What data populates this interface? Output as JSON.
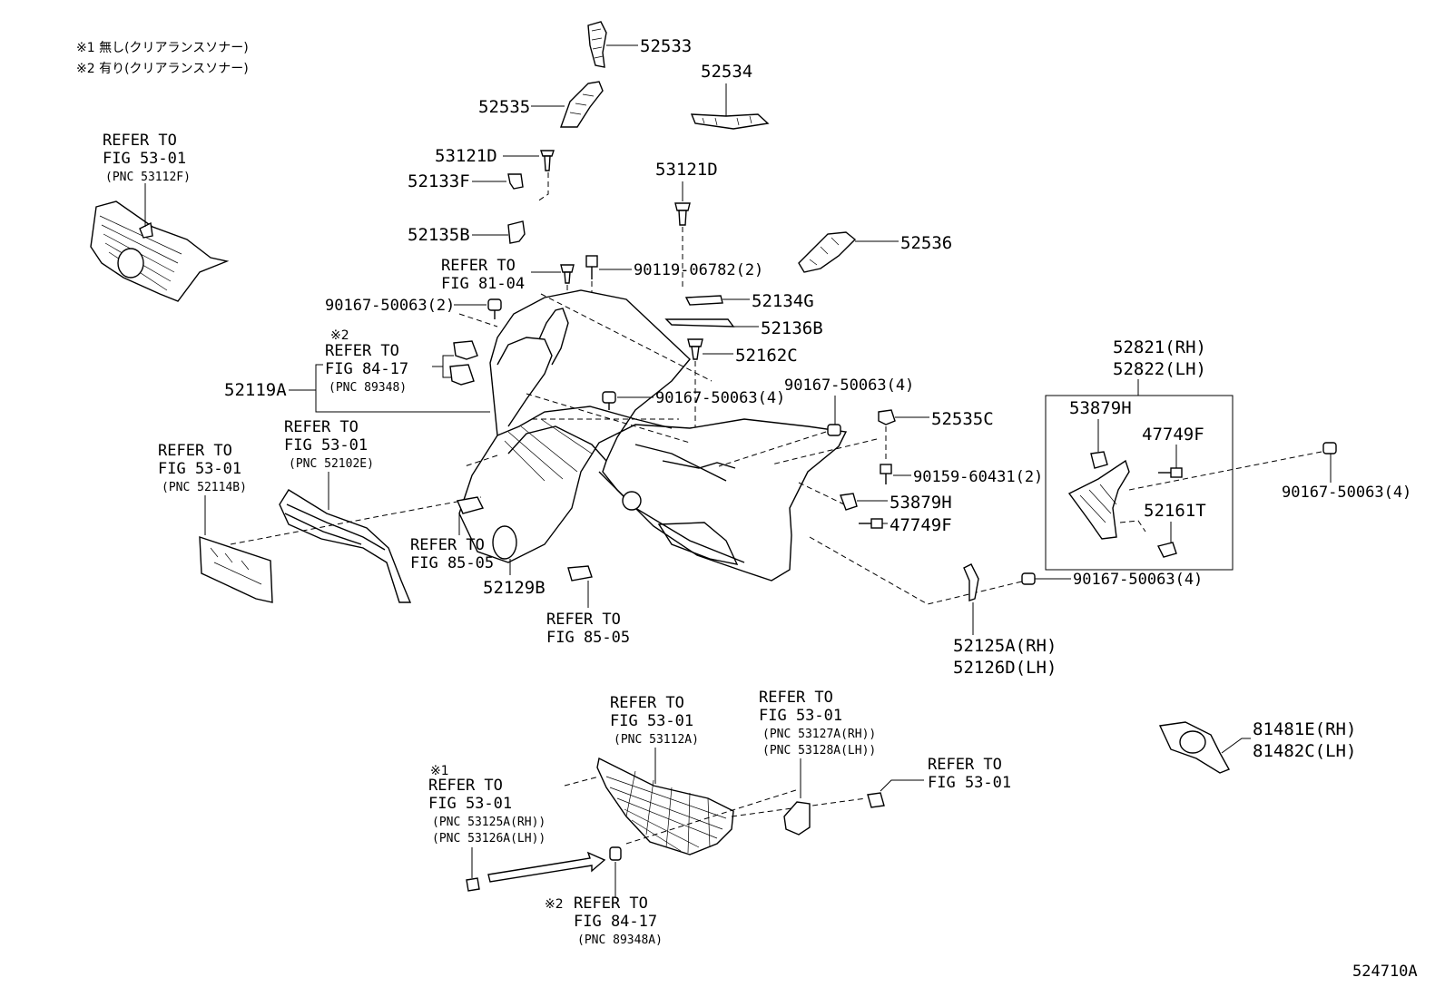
{
  "notes": {
    "note1": "※1 無し(クリアランスソナー)",
    "note2": "※2 有り(クリアランスソナー)"
  },
  "part_labels": {
    "p52533": "52533",
    "p52534": "52534",
    "p52535": "52535",
    "p53121D_a": "53121D",
    "p52133F": "52133F",
    "p52135B": "52135B",
    "p53121D_b": "53121D",
    "p52536": "52536",
    "p90119": "90119-06782(2)",
    "p52134G": "52134G",
    "p52136B": "52136B",
    "p90167_a": "90167-50063(2)",
    "p52162C": "52162C",
    "p52119A": "52119A",
    "p90167_b": "90167-50063(4)",
    "p90167_c": "90167-50063(4)",
    "p52535C": "52535C",
    "p90159": "90159-60431(2)",
    "p53879H_a": "53879H",
    "p47749F_a": "47749F",
    "p52129B": "52129B",
    "p52821": "52821(RH)",
    "p52822": "52822(LH)",
    "p53879H_b": "53879H",
    "p47749F_b": "47749F",
    "p52161T": "52161T",
    "p90167_d": "90167-50063(4)",
    "p90167_e": "90167-50063(4)",
    "p52125A": "52125A(RH)",
    "p52126D": "52126D(LH)",
    "p81481E": "81481E(RH)",
    "p81482C": "81482C(LH)"
  },
  "refs": {
    "grille_top": {
      "l1": "REFER TO",
      "l2": "FIG 53-01",
      "l3": "(PNC 53112F)"
    },
    "fig81": {
      "l1": "REFER TO",
      "l2": "FIG 81-04"
    },
    "sonar_top": {
      "mark": "※2",
      "l1": "REFER TO",
      "l2": "FIG 84-17",
      "l3": "(PNC 89348)"
    },
    "molding": {
      "l1": "REFER TO",
      "l2": "FIG 53-01",
      "l3": "(PNC 52102E)"
    },
    "plate": {
      "l1": "REFER TO",
      "l2": "FIG 53-01",
      "l3": "(PNC 52114B)"
    },
    "fig85_a": {
      "l1": "REFER TO",
      "l2": "FIG 85-05"
    },
    "fig85_b": {
      "l1": "REFER TO",
      "l2": "FIG 85-05"
    },
    "lower_grille": {
      "l1": "REFER TO",
      "l2": "FIG 53-01",
      "l3": "(PNC 53112A)"
    },
    "lower_side": {
      "l1": "REFER TO",
      "l2": "FIG 53-01",
      "l3": "(PNC 53127A(RH))",
      "l4": "(PNC 53128A(LH))"
    },
    "lower_clip": {
      "l1": "REFER TO",
      "l2": "FIG 53-01"
    },
    "lower_left": {
      "mark": "※1",
      "l1": "REFER TO",
      "l2": "FIG 53-01",
      "l3": "(PNC 53125A(RH))",
      "l4": "(PNC 53126A(LH))"
    },
    "lower_sonar": {
      "mark": "※2",
      "l1": "REFER TO",
      "l2": "FIG 84-17",
      "l3": "(PNC 89348A)"
    }
  },
  "figure_id": "524710A"
}
